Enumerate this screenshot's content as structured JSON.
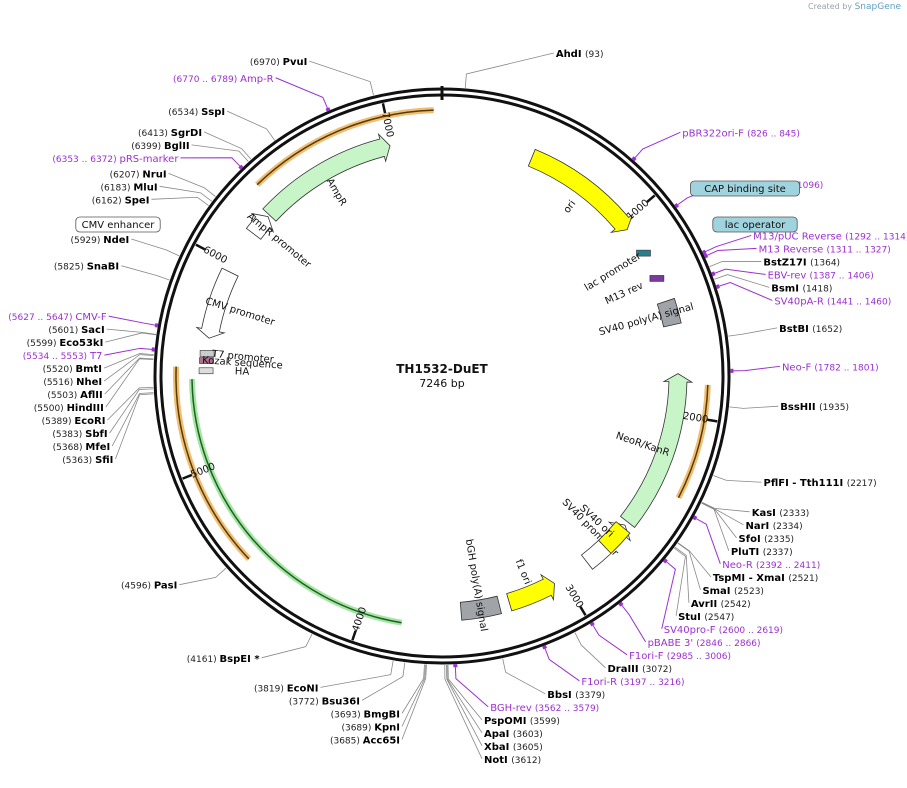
{
  "credit": {
    "created_by": "Created by",
    "brand": "SnapGene"
  },
  "plasmid": {
    "name": "TH1532-DuET",
    "length_label": "7246 bp",
    "length": 7246
  },
  "colors": {
    "site": "#000000",
    "primer": "#9b30d0",
    "orange": "#e8a33a",
    "green_feature": "#c8f5c8",
    "yellow_feature": "#ffff00",
    "gray_feature": "#a0a4a8",
    "teal_box": "#9fd3dd"
  },
  "ticks": [
    {
      "pos": 1000,
      "label": "1000"
    },
    {
      "pos": 2000,
      "label": "2000"
    },
    {
      "pos": 3000,
      "label": "3000"
    },
    {
      "pos": 4000,
      "label": "4000"
    },
    {
      "pos": 5000,
      "label": "5000"
    },
    {
      "pos": 6000,
      "label": "6000"
    },
    {
      "pos": 7000,
      "label": "7000"
    }
  ],
  "sites": [
    {
      "pos": 93,
      "name": "AhdI",
      "coord": "(93)"
    },
    {
      "pos": 1364,
      "name": "BstZ17I",
      "coord": "(1364)"
    },
    {
      "pos": 1418,
      "name": "BsmI",
      "coord": "(1418)"
    },
    {
      "pos": 1652,
      "name": "BstBI",
      "coord": "(1652)"
    },
    {
      "pos": 1935,
      "name": "BssHII",
      "coord": "(1935)"
    },
    {
      "pos": 2217,
      "name": "PflFI - Tth111I",
      "coord": "(2217)"
    },
    {
      "pos": 2333,
      "name": "KasI",
      "coord": "(2333)"
    },
    {
      "pos": 2334,
      "name": "NarI",
      "coord": "(2334)"
    },
    {
      "pos": 2335,
      "name": "SfoI",
      "coord": "(2335)"
    },
    {
      "pos": 2337,
      "name": "PluTI",
      "coord": "(2337)"
    },
    {
      "pos": 2521,
      "name": "TspMI - XmaI",
      "coord": "(2521)"
    },
    {
      "pos": 2523,
      "name": "SmaI",
      "coord": "(2523)"
    },
    {
      "pos": 2542,
      "name": "AvrII",
      "coord": "(2542)"
    },
    {
      "pos": 2547,
      "name": "StuI",
      "coord": "(2547)"
    },
    {
      "pos": 3072,
      "name": "DraIII",
      "coord": "(3072)"
    },
    {
      "pos": 3379,
      "name": "BbsI",
      "coord": "(3379)"
    },
    {
      "pos": 3599,
      "name": "PspOMI",
      "coord": "(3599)"
    },
    {
      "pos": 3603,
      "name": "ApaI",
      "coord": "(3603)"
    },
    {
      "pos": 3605,
      "name": "XbaI",
      "coord": "(3605)"
    },
    {
      "pos": 3612,
      "name": "NotI",
      "coord": "(3612)"
    },
    {
      "pos": 3685,
      "name": "Acc65I",
      "coord": "(3685)"
    },
    {
      "pos": 3689,
      "name": "KpnI",
      "coord": "(3689)"
    },
    {
      "pos": 3693,
      "name": "BmgBI",
      "coord": "(3693)"
    },
    {
      "pos": 3772,
      "name": "Bsu36I",
      "coord": "(3772)"
    },
    {
      "pos": 3819,
      "name": "EcoNI",
      "coord": "(3819)"
    },
    {
      "pos": 4161,
      "name": "BspEI *",
      "coord": "(4161)"
    },
    {
      "pos": 4596,
      "name": "PasI",
      "coord": "(4596)"
    },
    {
      "pos": 5363,
      "name": "SfiI",
      "coord": "(5363)"
    },
    {
      "pos": 5368,
      "name": "MfeI",
      "coord": "(5368)"
    },
    {
      "pos": 5383,
      "name": "SbfI",
      "coord": "(5383)"
    },
    {
      "pos": 5389,
      "name": "EcoRI",
      "coord": "(5389)"
    },
    {
      "pos": 5500,
      "name": "HindIII",
      "coord": "(5500)"
    },
    {
      "pos": 5503,
      "name": "AflII",
      "coord": "(5503)"
    },
    {
      "pos": 5516,
      "name": "NheI",
      "coord": "(5516)"
    },
    {
      "pos": 5520,
      "name": "BmtI",
      "coord": "(5520)"
    },
    {
      "pos": 5599,
      "name": "Eco53kI",
      "coord": "(5599)"
    },
    {
      "pos": 5601,
      "name": "SacI",
      "coord": "(5601)"
    },
    {
      "pos": 5825,
      "name": "SnaBI",
      "coord": "(5825)"
    },
    {
      "pos": 5929,
      "name": "NdeI",
      "coord": "(5929)"
    },
    {
      "pos": 6162,
      "name": "SpeI",
      "coord": "(6162)"
    },
    {
      "pos": 6183,
      "name": "MluI",
      "coord": "(6183)"
    },
    {
      "pos": 6207,
      "name": "NruI",
      "coord": "(6207)"
    },
    {
      "pos": 6399,
      "name": "BglII",
      "coord": "(6399)"
    },
    {
      "pos": 6413,
      "name": "SgrDI",
      "coord": "(6413)"
    },
    {
      "pos": 6534,
      "name": "SspI",
      "coord": "(6534)"
    },
    {
      "pos": 6970,
      "name": "PvuI",
      "coord": "(6970)"
    }
  ],
  "primers": [
    {
      "pos": 835,
      "name": "pBR322ori-F",
      "range": "(826 .. 845)"
    },
    {
      "pos": 1087,
      "name": "L4440",
      "range": "(1079 .. 1096)"
    },
    {
      "pos": 1303,
      "name": "M13/pUC Reverse",
      "range": "(1292 .. 1314)"
    },
    {
      "pos": 1319,
      "name": "M13 Reverse",
      "range": "(1311 .. 1327)"
    },
    {
      "pos": 1396,
      "name": "EBV-rev",
      "range": "(1387 .. 1406)"
    },
    {
      "pos": 1450,
      "name": "SV40pA-R",
      "range": "(1441 .. 1460)"
    },
    {
      "pos": 1791,
      "name": "Neo-F",
      "range": "(1782 .. 1801)"
    },
    {
      "pos": 2401,
      "name": "Neo-R",
      "range": "(2392 .. 2411)"
    },
    {
      "pos": 2609,
      "name": "SV40pro-F",
      "range": "(2600 .. 2619)"
    },
    {
      "pos": 2856,
      "name": "pBABE 3'",
      "range": "(2846 .. 2866)"
    },
    {
      "pos": 2995,
      "name": "F1ori-F",
      "range": "(2985 .. 3006)"
    },
    {
      "pos": 3206,
      "name": "F1ori-R",
      "range": "(3197 .. 3216)"
    },
    {
      "pos": 3570,
      "name": "BGH-rev",
      "range": "(3562 .. 3579)"
    },
    {
      "pos": 5540,
      "name": "T7",
      "range": "(5534 .. 5553)"
    },
    {
      "pos": 5637,
      "name": "CMV-F",
      "range": "(5627 .. 5647)"
    },
    {
      "pos": 6362,
      "name": "pRS-marker",
      "range": "(6353 .. 6372)"
    },
    {
      "pos": 6780,
      "name": "Amp-R",
      "range": "(6770 .. 6789)"
    }
  ],
  "boxed_labels": [
    {
      "name": "CAP binding site"
    },
    {
      "name": "lac operator"
    },
    {
      "name": "CMV enhancer"
    }
  ],
  "features": [
    {
      "name": "ori",
      "start": 450,
      "end": 1040,
      "color": "#ffff00",
      "dir": "cw"
    },
    {
      "name": "AmpR",
      "start": 6300,
      "end": 6990,
      "color": "#c8f5c8",
      "dir": "cw"
    },
    {
      "name": "AmpR promoter",
      "start": 6180,
      "end": 6290,
      "color": "#ffffff",
      "dir": "cw"
    },
    {
      "name": "CMV promoter",
      "start": 5620,
      "end": 5960,
      "color": "#ffffff",
      "dir": "ccw"
    },
    {
      "name": "NeoR/KanR",
      "start": 1800,
      "end": 2580,
      "color": "#c8f5c8",
      "dir": "ccw"
    },
    {
      "name": "SV40 promoter",
      "start": 2600,
      "end": 2860,
      "color": "#ffffff",
      "dir": "ccw"
    },
    {
      "name": "f1 ori",
      "start": 3050,
      "end": 3290,
      "color": "#ffff00",
      "dir": "ccw"
    },
    {
      "name": "bGH poly(A) signal",
      "start": 3340,
      "end": 3530,
      "color": "#a0a4a8",
      "dir": "none"
    },
    {
      "name": "SV40 poly(A) signal",
      "start": 1440,
      "end": 1560,
      "color": "#a0a4a8",
      "dir": "none"
    },
    {
      "name": "SV40 ori",
      "start": 2615,
      "end": 2745,
      "color": "#ffff00",
      "dir": "none"
    }
  ],
  "small_features": [
    {
      "name": "lac promoter",
      "pos": 1180
    },
    {
      "name": "M13 rev",
      "pos": 1320
    },
    {
      "name": "T7 promoter",
      "pos": 5545
    },
    {
      "name": "Kozak sequence",
      "pos": 5510
    },
    {
      "name": "HA",
      "pos": 5460
    }
  ],
  "orange_arcs": [
    {
      "start": 6360,
      "end": 7210
    },
    {
      "start": 1850,
      "end": 2360
    },
    {
      "start": 4560,
      "end": 5475
    }
  ],
  "green_arcs": [
    {
      "start": 3810,
      "end": 5420
    }
  ]
}
